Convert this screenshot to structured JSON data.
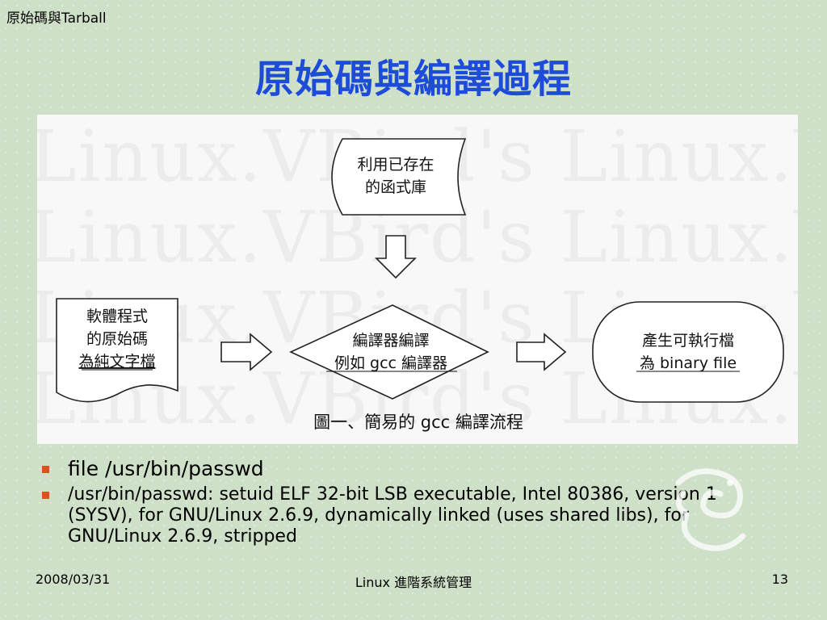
{
  "header": {
    "section_label": "原始碼與Tarball"
  },
  "slide": {
    "title": "原始碼與編譯過程"
  },
  "figure": {
    "watermark": "Linux.VBird's Linux.VBird's",
    "library_box": {
      "line1": "利用已存在",
      "line2": "的函式庫"
    },
    "source_box": {
      "line1": "軟體程式",
      "line2": "的原始碼",
      "line3": "為純文字檔"
    },
    "compiler_box": {
      "line1": "編譯器編譯",
      "line2": "例如 gcc 編譯器"
    },
    "output_box": {
      "line1": "產生可執行檔",
      "line2": "為 binary file"
    },
    "caption": "圖一、簡易的 gcc 編譯流程"
  },
  "bullets": [
    "file /usr/bin/passwd",
    "/usr/bin/passwd: setuid ELF 32-bit LSB executable, Intel 80386, version 1 (SYSV), for GNU/Linux 2.6.9, dynamically linked (uses shared libs), for GNU/Linux 2.6.9, stripped"
  ],
  "footer": {
    "date": "2008/03/31",
    "center": "Linux 進階系統管理",
    "page_number": "13"
  },
  "colors": {
    "background": "#cfe0c8",
    "title": "#1d4cd8",
    "bullet": "#d9531e"
  }
}
